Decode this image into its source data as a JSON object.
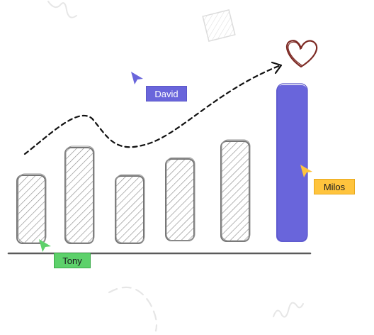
{
  "canvas": {
    "background": "#ffffff",
    "bar_stroke_color": "#757575",
    "highlight_bar_color": "#6965db",
    "heart_color": "#7d2a24",
    "trend_line_color": "#111111"
  },
  "collaborators": [
    {
      "name": "David",
      "cursor_color": "#6965db",
      "label_text_color": "#ffffff"
    },
    {
      "name": "Milos",
      "cursor_color": "#ffc43d",
      "label_text_color": "#1b1b1f"
    },
    {
      "name": "Tony",
      "cursor_color": "#5dd16b",
      "label_text_color": "#1b1b1f"
    }
  ],
  "icons": {
    "heart": "heart-icon",
    "cursor": "pointer-cursor-icon",
    "scribble": "scribble-doodle",
    "hatched_square": "hatched-square-doodle"
  }
}
